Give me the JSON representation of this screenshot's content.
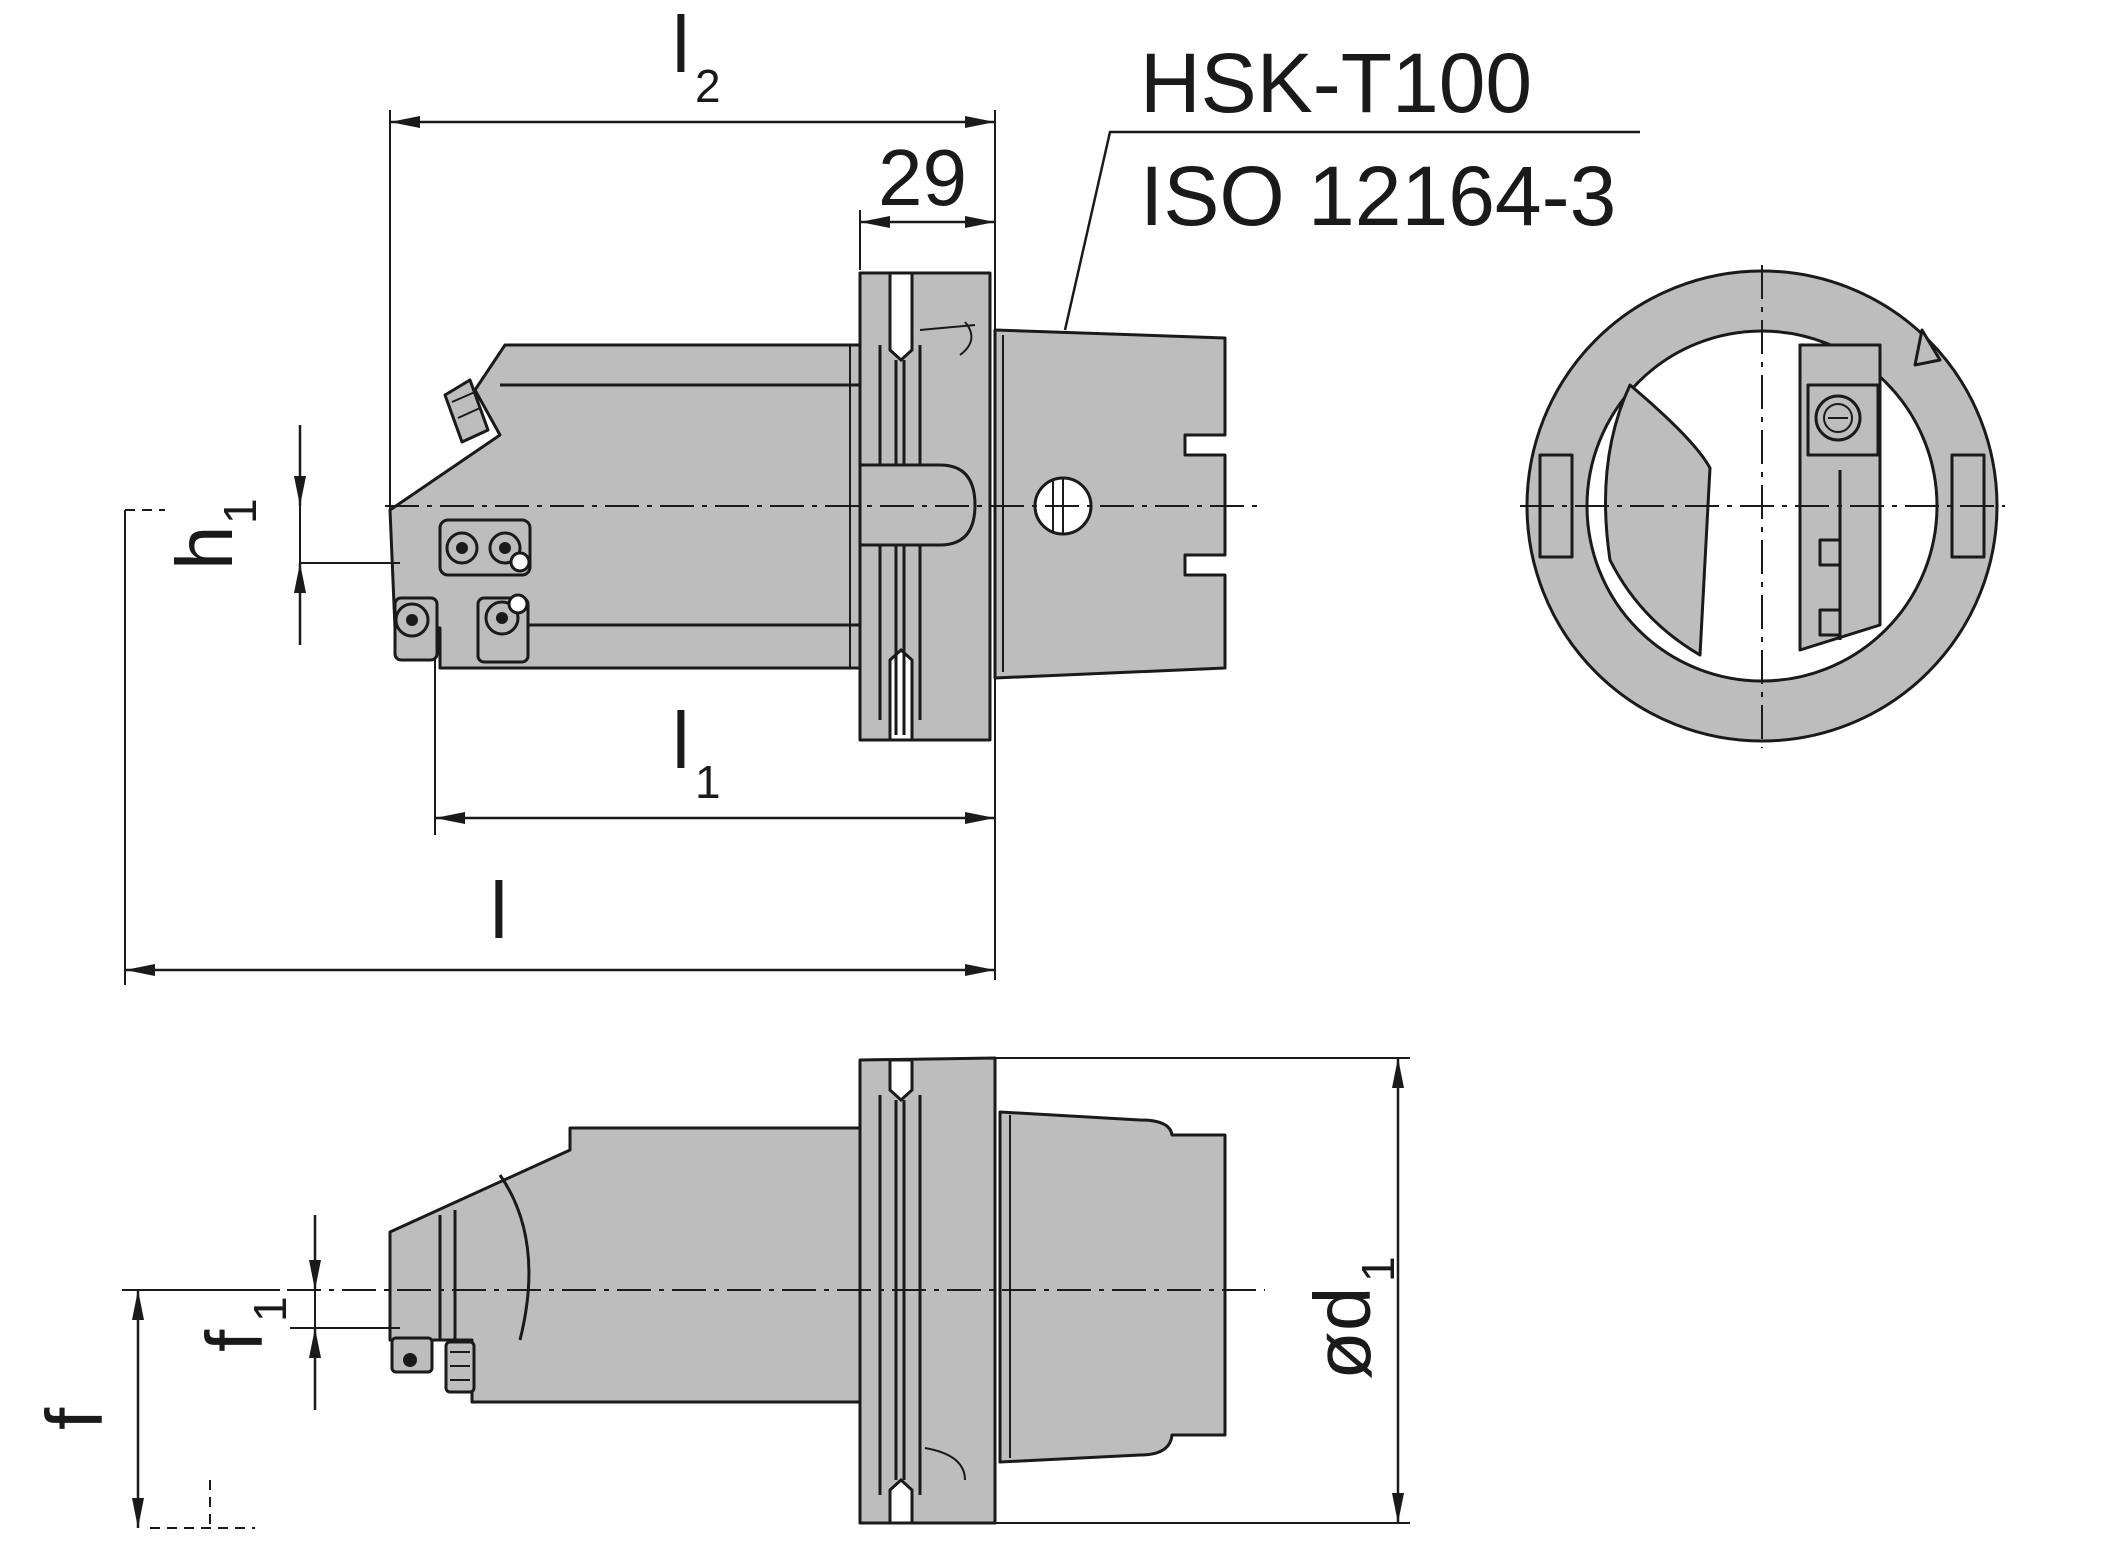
{
  "labels": {
    "l2_main": "l",
    "l2_sub": "2",
    "dim_29": "29",
    "standard_line1": "HSK-T100",
    "standard_line2": "ISO 12164-3",
    "h1_main": "h",
    "h1_sub": "1",
    "l1_main": "l",
    "l1_sub": "1",
    "l_main": "l",
    "f1_main": "f",
    "f1_sub": "1",
    "f_main": "f",
    "d1_main": "ød",
    "d1_sub": "1"
  },
  "colors": {
    "part_fill": "#bdbdbd",
    "line": "#1a1a1a",
    "background": "#ffffff"
  }
}
